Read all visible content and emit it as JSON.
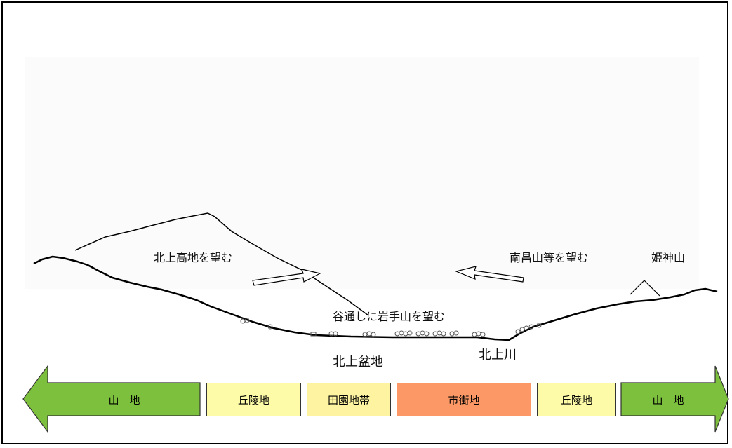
{
  "labels": {
    "kitakami_highlands": "北上高地を望む",
    "nansho_view": "南昌山等を望む",
    "himekami": "姫神山",
    "iwate_view": "谷通しに岩手山を望む",
    "basin": "北上盆地",
    "river": "北上川"
  },
  "zones": {
    "mountain_left": "山　地",
    "hills_left": "丘陵地",
    "farmland": "田園地帯",
    "urban": "市街地",
    "hills_right": "丘陵地",
    "mountain_right": "山　地"
  },
  "colors": {
    "mountain": "#7dc03d",
    "hills": "#fdfaa8",
    "farmland": "#fdf3a0",
    "urban": "#fb9866"
  }
}
